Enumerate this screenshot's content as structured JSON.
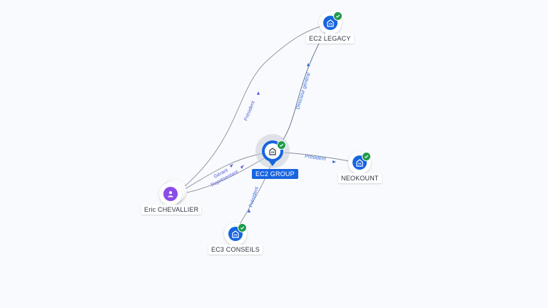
{
  "colors": {
    "accent": "#1765e0",
    "person": "#8a4de8",
    "verified": "#1e9a4a",
    "edge_label": "#5b5fd6"
  },
  "nodes": {
    "legacy": {
      "label": "EC2 LEGACY",
      "icon": "building-icon",
      "verified": true
    },
    "group": {
      "label": "EC2 GROUP",
      "icon": "building-icon",
      "verified": true
    },
    "neokount": {
      "label": "NEOKOUNT",
      "icon": "building-icon",
      "verified": true
    },
    "conseils": {
      "label": "EC3 CONSEILS",
      "icon": "building-icon",
      "verified": true
    },
    "person": {
      "label": "Eric CHEVALLIER",
      "icon": "person-icon"
    }
  },
  "edges": {
    "person_legacy": "Président",
    "group_legacy": "Directeur général",
    "group_neokount": "Président",
    "group_conseils": "Président",
    "person_group_1": "Gérant",
    "person_group_2": "Représentant"
  }
}
